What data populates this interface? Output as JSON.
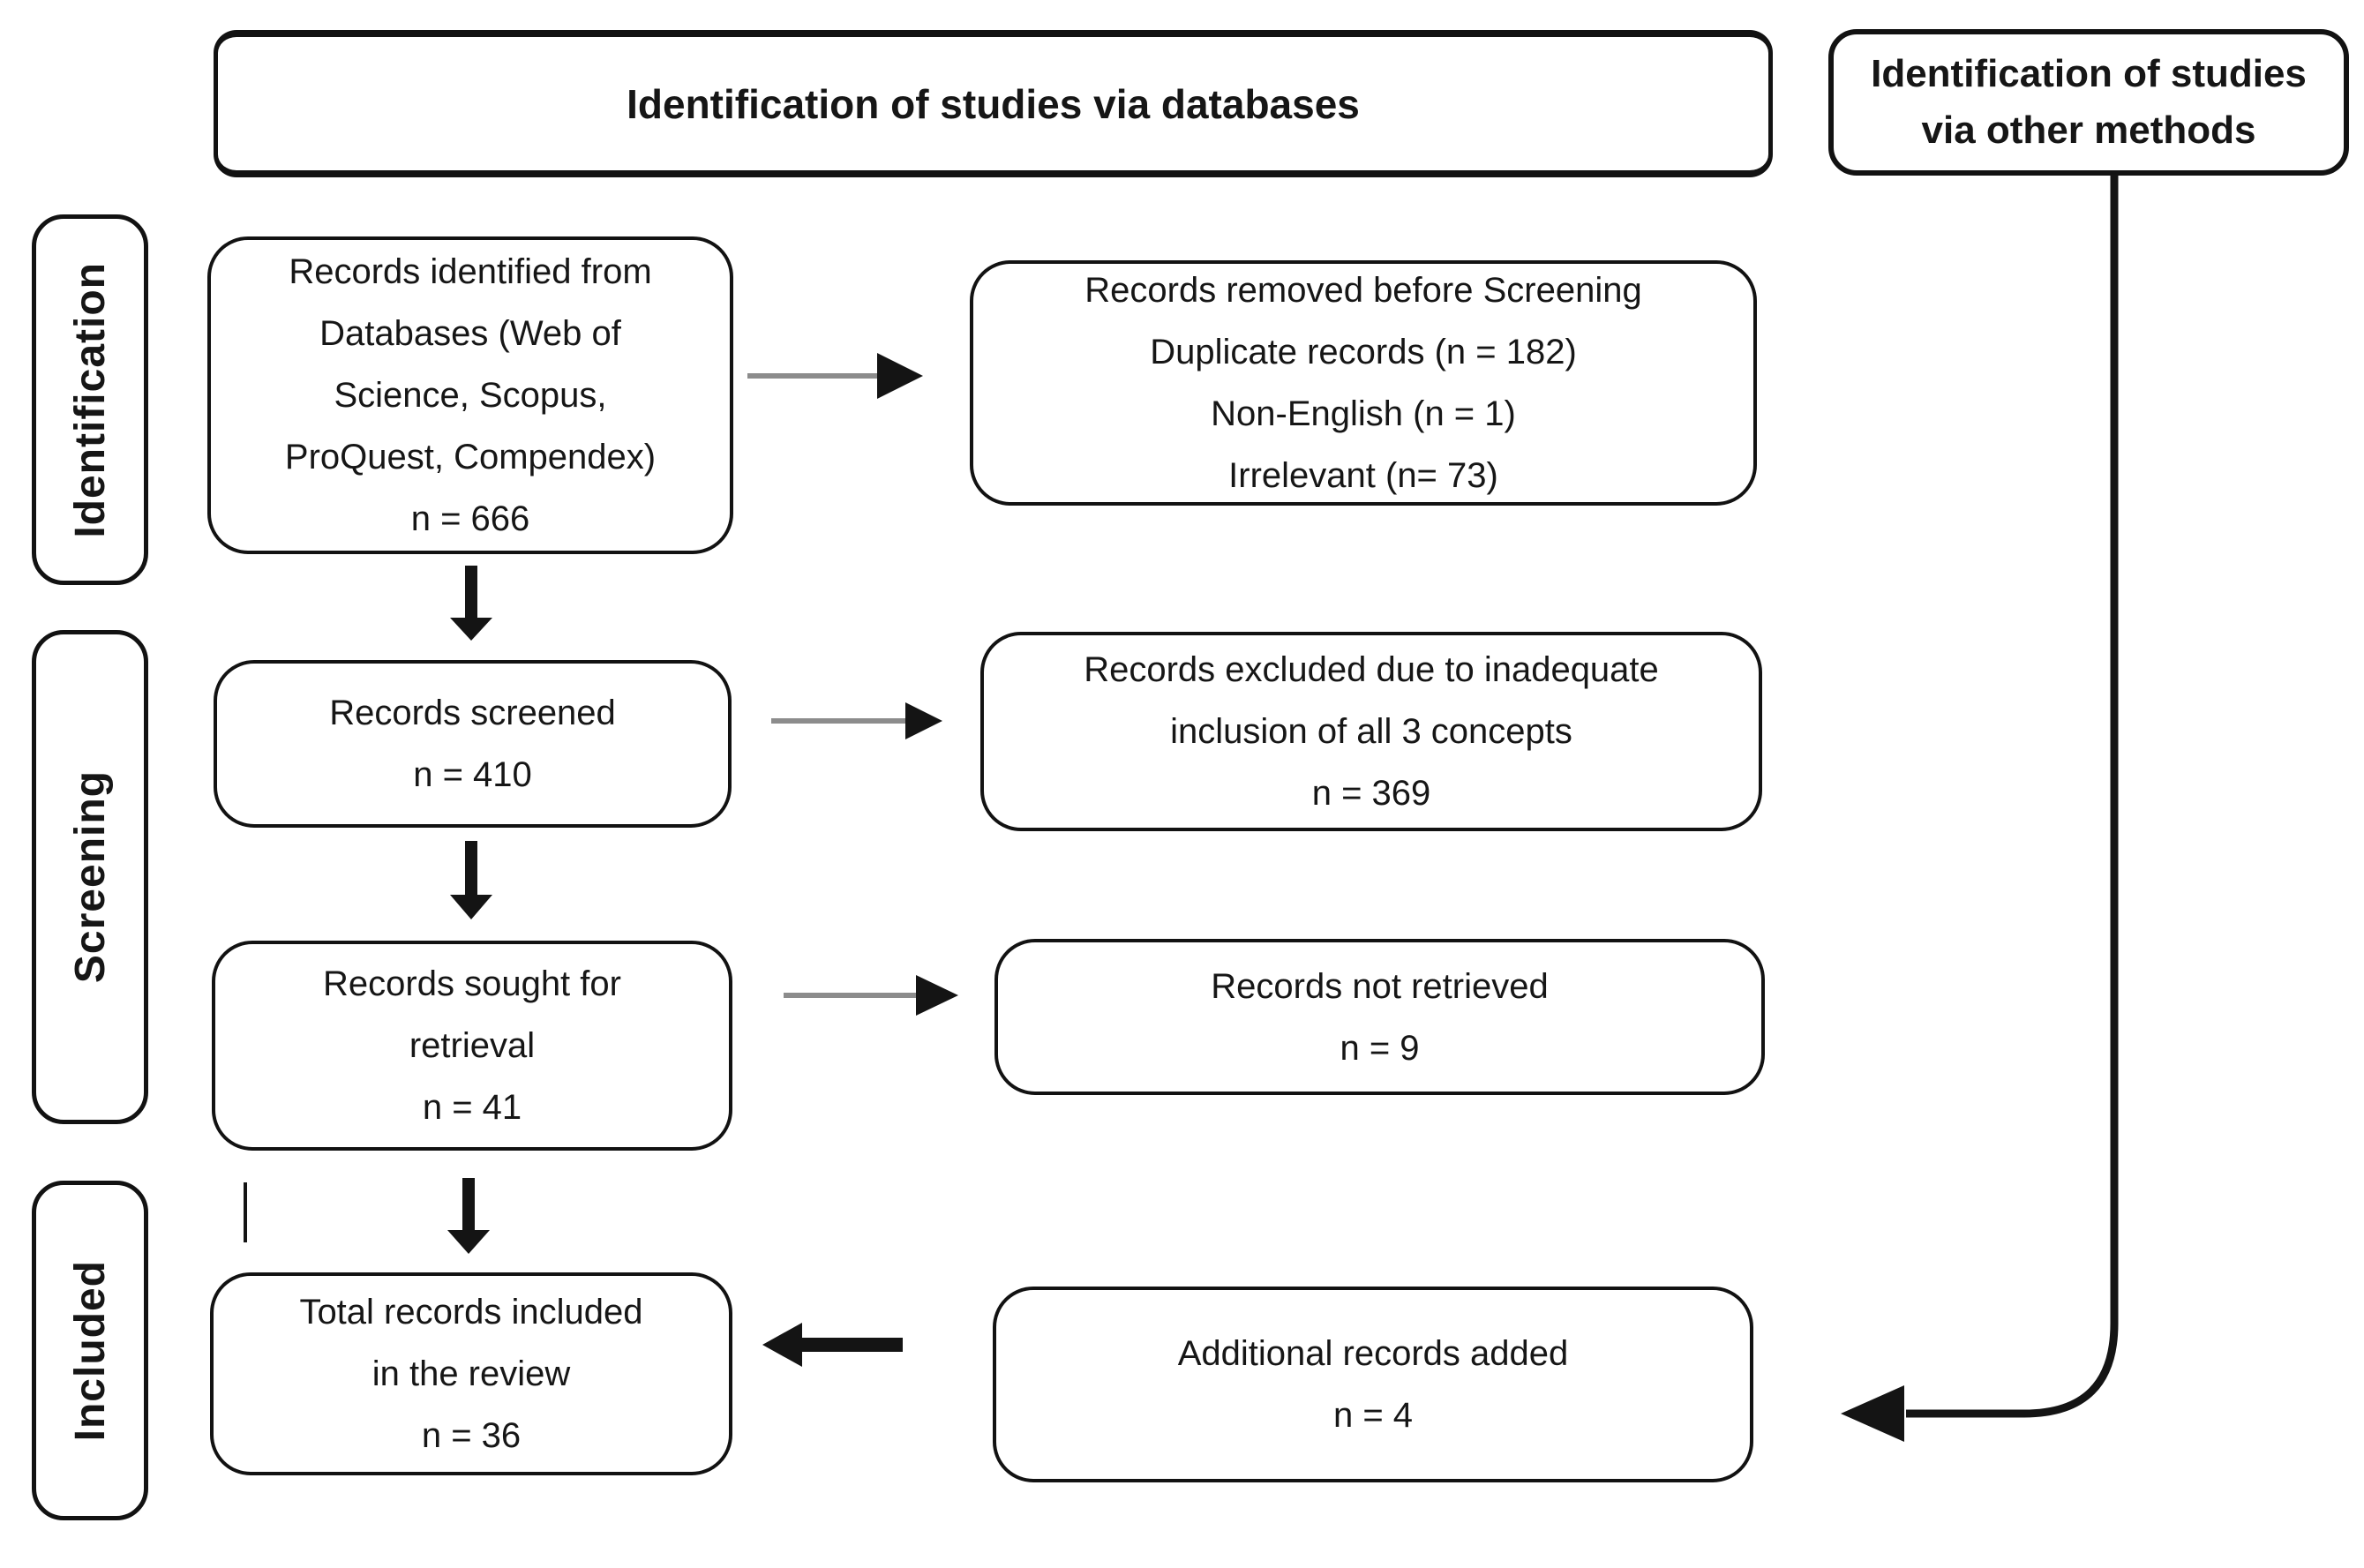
{
  "headers": {
    "databases": "Identification of studies via databases",
    "other_methods": {
      "lines": [
        "Identification of studies",
        "via other methods"
      ]
    }
  },
  "stage_labels": {
    "identification": "Identification",
    "screening": "Screening",
    "included": "Included"
  },
  "boxes": {
    "identified": {
      "lines": [
        "Records identified from",
        "Databases (Web of",
        "Science, Scopus,",
        "ProQuest, Compendex)",
        "n = 666"
      ]
    },
    "removed": {
      "lines": [
        "Records removed before Screening",
        "Duplicate records (n = 182)",
        "Non-English (n = 1)",
        "Irrelevant (n= 73)"
      ]
    },
    "screened": {
      "lines": [
        "Records screened",
        "n = 410"
      ]
    },
    "excluded": {
      "lines": [
        "Records excluded due to inadequate",
        "inclusion of all 3 concepts",
        "n = 369"
      ]
    },
    "sought": {
      "lines": [
        "Records sought for",
        "retrieval",
        "n = 41"
      ]
    },
    "not_retrieved": {
      "lines": [
        "Records not retrieved",
        "n = 9"
      ]
    },
    "total": {
      "lines": [
        "Total records included",
        "in the review",
        "n = 36"
      ]
    },
    "additional": {
      "lines": [
        "Additional records added",
        "n = 4"
      ]
    }
  },
  "colors": {
    "line_black": "#141414",
    "line_gray": "#8c8c8c",
    "text": "#161616",
    "background": "#ffffff"
  }
}
